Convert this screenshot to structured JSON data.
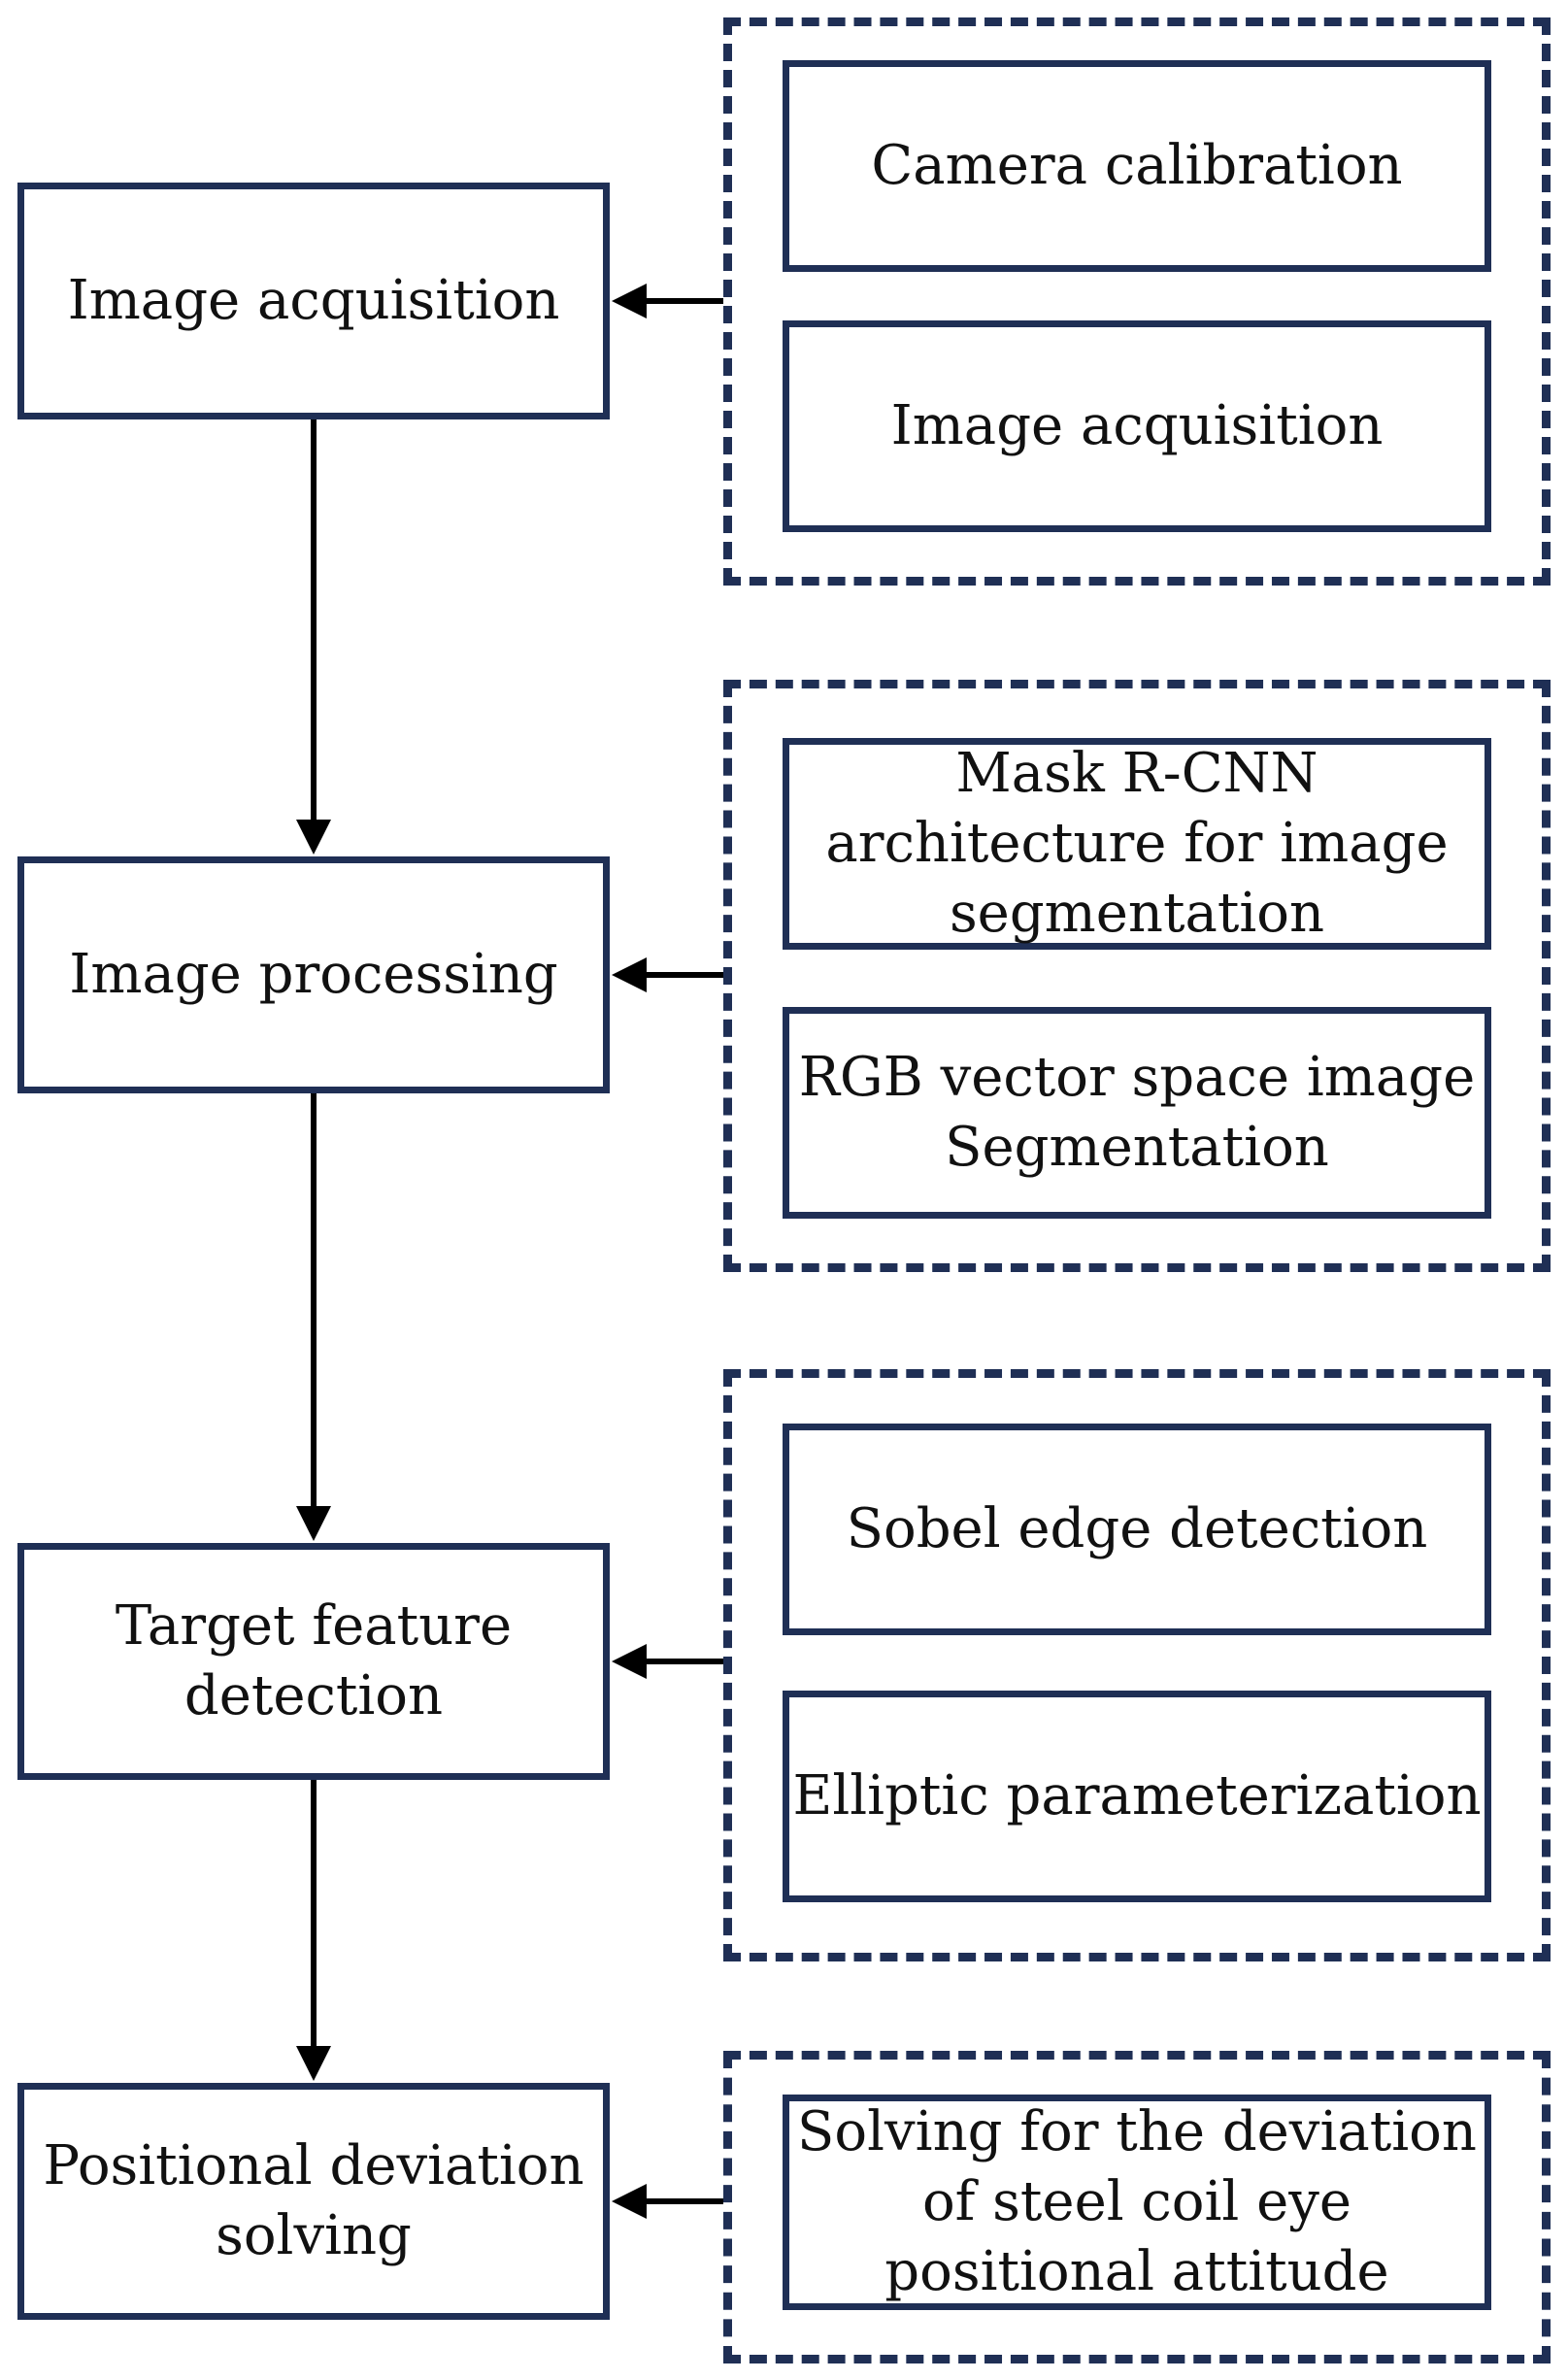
{
  "colors": {
    "box_border": "#1f2f55",
    "arrow": "#000000",
    "text": "#111111"
  },
  "steps": [
    {
      "lines": [
        "Image acquisition"
      ]
    },
    {
      "lines": [
        "Image processing"
      ]
    },
    {
      "lines": [
        "Target feature",
        "detection"
      ]
    },
    {
      "lines": [
        "Positional deviation",
        "solving"
      ]
    }
  ],
  "details": [
    {
      "items": [
        {
          "lines": [
            "Camera calibration"
          ]
        },
        {
          "lines": [
            "Image acquisition"
          ]
        }
      ]
    },
    {
      "items": [
        {
          "lines": [
            "Mask R-CNN",
            "architecture for image",
            "segmentation"
          ]
        },
        {
          "lines": [
            "RGB vector space image",
            "Segmentation"
          ]
        }
      ]
    },
    {
      "items": [
        {
          "lines": [
            "Sobel edge detection"
          ]
        },
        {
          "lines": [
            "Elliptic parameterization"
          ]
        }
      ]
    },
    {
      "items": [
        {
          "lines": [
            "Solving for the deviation",
            "of steel coil eye",
            "positional attitude"
          ]
        }
      ]
    }
  ]
}
